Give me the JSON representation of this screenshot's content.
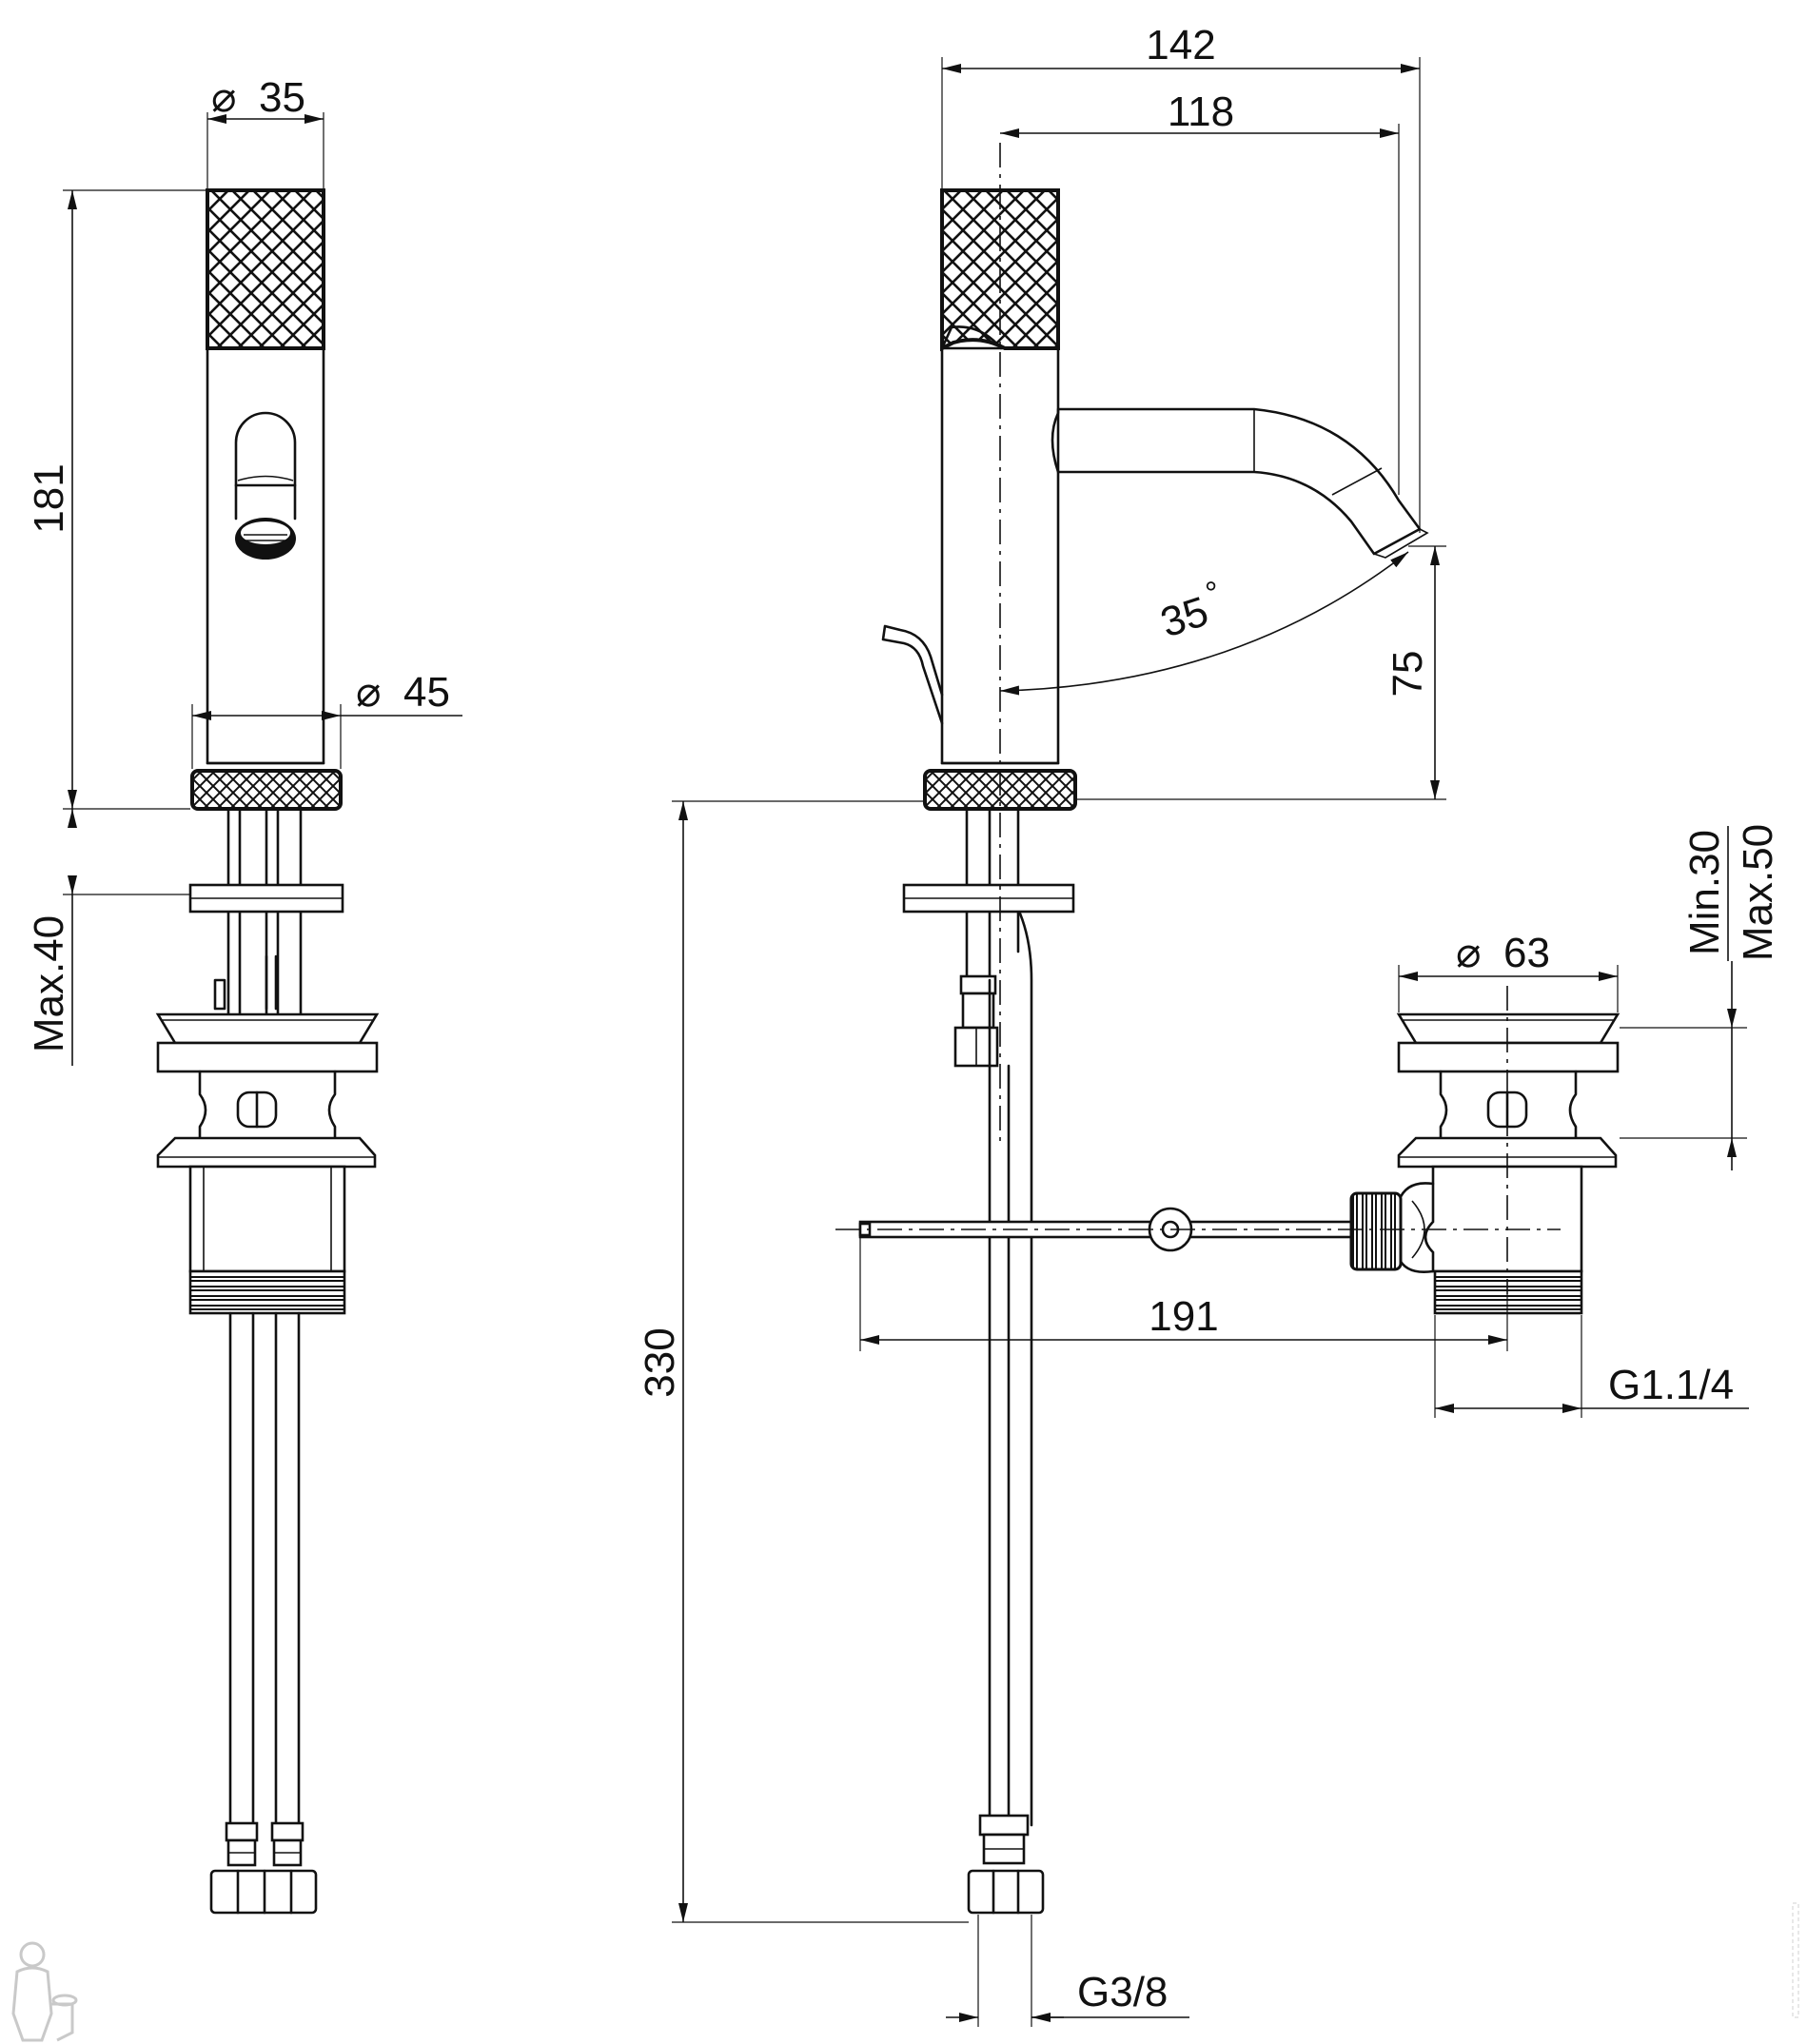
{
  "dimensions": {
    "handle_diameter": "35",
    "base_diameter": "45",
    "total_height": "181",
    "max_deck_thickness": "Max.40",
    "overall_depth": "142",
    "spout_reach": "118",
    "spout_angle": "35",
    "degree_symbol": "°",
    "spout_height": "75",
    "hose_length": "330",
    "waste_diameter": "63",
    "waste_min": "Min.30",
    "waste_max": "Max.50",
    "pull_rod_length": "191",
    "waste_thread": "G1.1/4",
    "inlet_thread": "G3/8",
    "diameter_symbol": "⌀"
  },
  "icons": {
    "corner_logo": "plumber-mascot-icon",
    "side_watermark": "vertical-watermark-icon"
  },
  "colors": {
    "line": "#111111",
    "background": "#ffffff"
  }
}
